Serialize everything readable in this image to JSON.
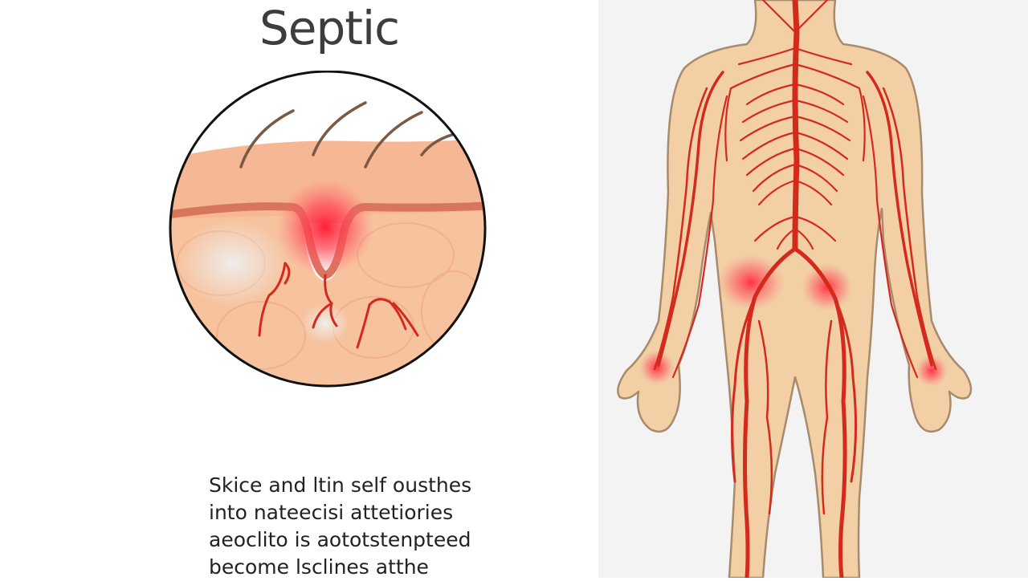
{
  "title": "Septic",
  "caption": {
    "lines": [
      "Skice and ltin self ousthes",
      "into nateecisi attetiories",
      "aeoclito is aototstenpteed",
      "become lsclines atthe"
    ]
  },
  "colors": {
    "skin": "#f4b38f",
    "skin_light": "#f7c7a6",
    "vessel": "#d42a1e",
    "inflammation": "#ff2a3a",
    "body": "#f2cfa4",
    "body_outline": "#b89a7a",
    "right_background": "#f3f3f3"
  },
  "icons": {
    "left_illustration": "skin-cross-section-magnifier-icon",
    "right_illustration": "human-body-vascular-icon"
  }
}
